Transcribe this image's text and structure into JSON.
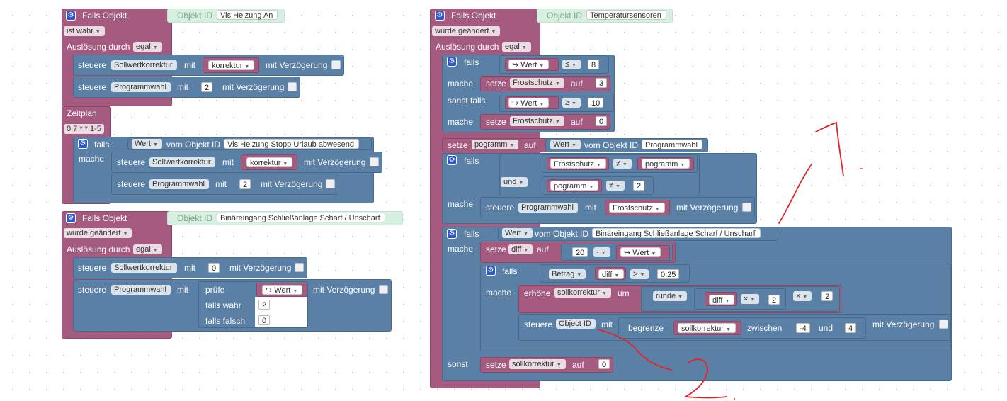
{
  "script1": {
    "hat": "Falls Objekt",
    "objekt_id_label": "Objekt ID",
    "objekt_id_value": "Vis Heizung An",
    "condition": "ist wahr",
    "trigger_label": "Auslösung durch",
    "trigger_value": "egal",
    "set1": {
      "verb": "steuere",
      "target": "Sollwertkorrektur",
      "mit": "mit",
      "value": "korrektur",
      "delay": "mit Verzögerung"
    },
    "set2": {
      "verb": "steuere",
      "target": "Programmwahl",
      "mit": "mit",
      "value": "2",
      "delay": "mit Verzögerung"
    }
  },
  "schedule": {
    "label": "Zeitplan",
    "cron": "0 7 * * 1-5",
    "if_label": "falls",
    "value_dd": "Wert",
    "from_object": "vom Objekt ID",
    "object": "Vis Heizung Stopp Urlaub abwesend",
    "do_label": "mache",
    "set1": {
      "verb": "steuere",
      "target": "Sollwertkorrektur",
      "mit": "mit",
      "value": "korrektur",
      "delay": "mit Verzögerung"
    },
    "set2": {
      "verb": "steuere",
      "target": "Programmwahl",
      "mit": "mit",
      "value": "2",
      "delay": "mit Verzögerung"
    }
  },
  "script2": {
    "hat": "Falls Objekt",
    "objekt_id_label": "Objekt ID",
    "objekt_id_value": "Binäreingang Schließanlage Scharf / Unscharf",
    "condition": "wurde geändert",
    "trigger_label": "Auslösung durch",
    "trigger_value": "egal",
    "set1": {
      "verb": "steuere",
      "target": "Sollwertkorrektur",
      "mit": "mit",
      "value": "0",
      "delay": "mit Verzögerung"
    },
    "set2": {
      "verb": "steuere",
      "target": "Programmwahl",
      "mit": "mit",
      "delay": "mit Verzögerung"
    },
    "ternary": {
      "check": "prüfe",
      "value": "Wert",
      "if_true": "falls wahr",
      "true_val": "2",
      "if_false": "falls falsch",
      "false_val": "0"
    }
  },
  "script3": {
    "hat": "Falls Objekt",
    "objekt_id_label": "Objekt ID",
    "objekt_id_value": "Temperatursensoren",
    "condition": "wurde geändert",
    "trigger_label": "Auslösung durch",
    "trigger_value": "egal",
    "if1": {
      "falls": "falls",
      "value": "Wert",
      "op1": "≤",
      "n1": "8",
      "mache": "mache",
      "set_label": "setze",
      "var": "Frostschutz",
      "auf": "auf",
      "v1": "3",
      "sonst_falls": "sonst falls",
      "op2": "≥",
      "n2": "10",
      "v2": "0"
    },
    "setze_pogramm": {
      "setze": "setze",
      "var": "pogramm",
      "auf": "auf",
      "value": "Wert",
      "from_object": "vom Objekt ID",
      "object": "Programmwahl"
    },
    "if2": {
      "falls": "falls",
      "frost": "Frostschutz",
      "neq": "≠",
      "pogramm": "pogramm",
      "and": "und",
      "two": "2",
      "mache": "mache",
      "steuere": "steuere",
      "target": "Programmwahl",
      "mit": "mit",
      "delay": "mit Verzögerung"
    },
    "if3": {
      "falls": "falls",
      "value": "Wert",
      "from_object": "vom Objekt ID",
      "object": "Binäreingang Schließanlage Scharf / Unscharf",
      "mache": "mache",
      "setze": "setze",
      "diff": "diff",
      "auf": "auf",
      "n20": "20",
      "minus": "-",
      "inner_falls": "falls",
      "betrag": "Betrag",
      "gt": ">",
      "threshold": "0.25",
      "inner_mache": "mache",
      "erhoehe": "erhöhe",
      "sollkorrektur": "sollkorrektur",
      "um": "um",
      "runde": "runde",
      "times": "×",
      "two": "2",
      "steuere": "steuere",
      "object_id": "Object ID",
      "mit": "mit",
      "begrenze": "begrenze",
      "zwischen": "zwischen",
      "min": "-4",
      "und": "und",
      "max": "4",
      "delay": "mit Verzögerung",
      "sonst": "sonst",
      "reset_setze": "setze",
      "reset_var": "sollkorrektur",
      "reset_auf": "auf",
      "reset_val": "0"
    }
  },
  "annotations": {
    "one": "1",
    "two": "2"
  },
  "colors": {
    "event_block": "#a55b80",
    "action_block": "#5b80a5",
    "object_id_block": "#d7efe0",
    "scribble": "#e8202a"
  }
}
